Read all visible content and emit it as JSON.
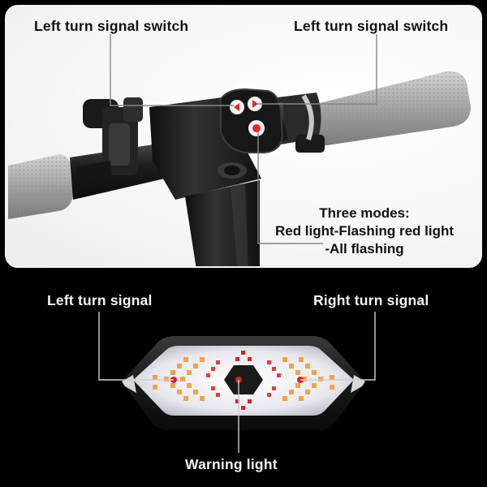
{
  "callouts": {
    "left_switch_label_1": "Left turn signal switch",
    "left_switch_label_2": "Left turn signal switch",
    "modes_heading": "Three modes:",
    "modes_line_1": "Red light-Flashing red light",
    "modes_line_2": "-All flashing",
    "left_turn_label": "Left turn signal",
    "right_turn_label": "Right turn signal",
    "warning_label": "Warning light"
  },
  "colors": {
    "background": "#000000",
    "panel_background": "#f7f7f7",
    "panel_border": "#f2f2f2",
    "amber_led": "#f1a24a",
    "red_led": "#d3232a",
    "button_red": "#e02a2a",
    "grip_gray": "#a8a8a8",
    "stem_dark": "#1b1b1b"
  },
  "icons": {
    "left_arrow_button": "left-arrow-icon",
    "right_arrow_button": "right-arrow-icon",
    "mode_button": "mode-dot-icon"
  }
}
